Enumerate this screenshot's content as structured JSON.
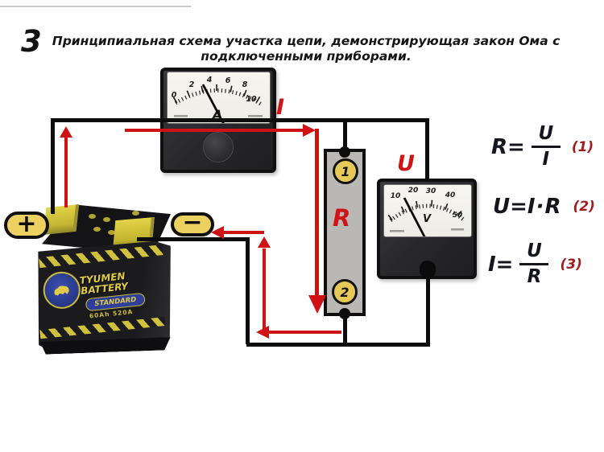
{
  "slide": {
    "number": "3",
    "title_line1": "Принципиальная схема участка цепи, демонстрирующая закон Ома с",
    "title_line2": "подключенными приборами."
  },
  "ammeter": {
    "unit_letter": "A",
    "scale_labels": [
      "0",
      "2",
      "4",
      "6",
      "8",
      "10"
    ]
  },
  "voltmeter": {
    "unit_letter": "V",
    "scale_labels": [
      "10",
      "20",
      "30",
      "40",
      "50"
    ]
  },
  "quantity_labels": {
    "current": "I",
    "voltage": "U",
    "resistance": "R"
  },
  "resistor": {
    "label": "R",
    "terminal_top": "1",
    "terminal_bottom": "2"
  },
  "battery": {
    "plus_label": "+",
    "minus_label": "−",
    "brand": "TYUMEN BATTERY",
    "series": "STANDARD",
    "specs": "60Ah 520A"
  },
  "formulas": [
    {
      "lhs": "R=",
      "num": "U",
      "den": "I",
      "ref": "(1)"
    },
    {
      "lhs": "U=",
      "expr": "I·R",
      "ref": "(2)"
    },
    {
      "lhs": "I=",
      "num": "U",
      "den": "R",
      "ref": "(3)"
    }
  ],
  "colors": {
    "wire": "#0d0d0d",
    "arrow_red": "#cf1315",
    "label_red": "#d01317",
    "formula_ref_red": "#a31c1c",
    "resistor_gray": "#b9b8b5",
    "terminal_yellow": "#e7c95a",
    "battery_blue": "#2d3f9a"
  }
}
